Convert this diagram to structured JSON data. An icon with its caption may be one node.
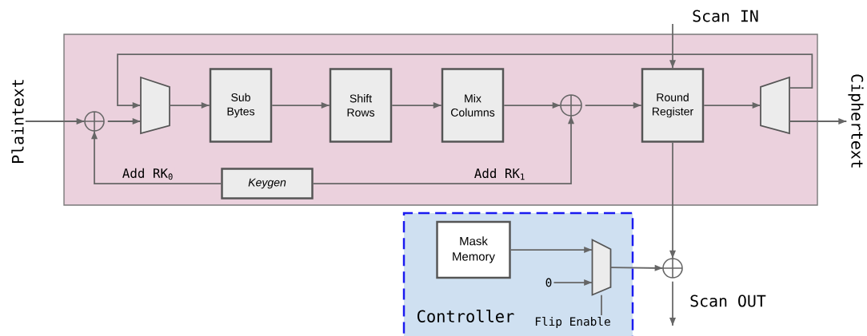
{
  "diagram": {
    "nodes": [
      {
        "text": [],
        "shape": "box"
      },
      {
        "text": [
          "Plaintext"
        ]
      },
      {
        "text": [],
        "shape": "circle",
        "in": 0
      },
      {
        "text": [],
        "shape": "trapezoid",
        "in": 0
      },
      {
        "text": [
          "Sub Bytes"
        ],
        "in": 0
      },
      {
        "text": [
          "Shift Rows"
        ],
        "in": 0
      },
      {
        "text": [
          "Mix Columns"
        ],
        "in": 0
      },
      {
        "text": [],
        "shape": "circle",
        "in": 0
      },
      {
        "text": [
          "Round Register"
        ],
        "in": 0
      },
      {
        "text": [],
        "shape": "trapezoid",
        "in": 0
      },
      {
        "text": [
          "Keygen"
        ],
        "in": 0
      },
      {
        "text": [
          "Ciphertext"
        ]
      },
      {
        "text": [
          "Controller"
        ]
      },
      {
        "text": [
          "Mask Memory"
        ],
        "in": 12
      },
      {
        "text": [
          "0"
        ],
        "in": 12
      },
      {
        "text": [],
        "shape": "trapezoid",
        "in": 12
      },
      {
        "text": [
          "Flip Enable"
        ],
        "in": 12
      },
      {
        "text": [],
        "shape": "circle"
      }
    ],
    "edges": [
      {
        "from": 1,
        "to": 2,
        "arrow": "to"
      },
      {
        "from": 2,
        "to": 3,
        "arrow": "to"
      },
      {
        "from": 3,
        "to": 4,
        "arrow": "to"
      },
      {
        "from": 4,
        "to": 5,
        "arrow": "to"
      },
      {
        "from": 5,
        "to": 6,
        "arrow": "to"
      },
      {
        "from": 6,
        "to": 7,
        "arrow": "to"
      },
      {
        "from": 7,
        "to": 8,
        "arrow": "to"
      },
      {
        "from": 8,
        "to": 9,
        "arrow": "to"
      },
      {
        "from": 9,
        "to": 11,
        "arrow": "to"
      },
      {
        "from": 9,
        "to": 3,
        "arrow": "to"
      },
      {
        "from": 10,
        "to": 2,
        "arrow": "to",
        "label": "Add RK$_{0}$"
      },
      {
        "from": 10,
        "to": 7,
        "arrow": "to",
        "label": "Add RK$_{1}$"
      },
      {
        "from": null,
        "to": 8,
        "arrow": "to"
      },
      {
        "from": 8,
        "to": 17,
        "arrow": "to"
      },
      {
        "from": 13,
        "to": 15,
        "arrow": "to"
      },
      {
        "from": 14,
        "to": 15,
        "arrow": "to"
      },
      {
        "from": 16,
        "to": 15,
        "arrow": "none"
      },
      {
        "from": 15,
        "to": 17,
        "arrow": "to"
      },
      {
        "from": 17,
        "to": null,
        "arrow": "to"
      }
    ],
    "labels": [
      "Scan IN",
      "Scan OUT"
    ]
  }
}
